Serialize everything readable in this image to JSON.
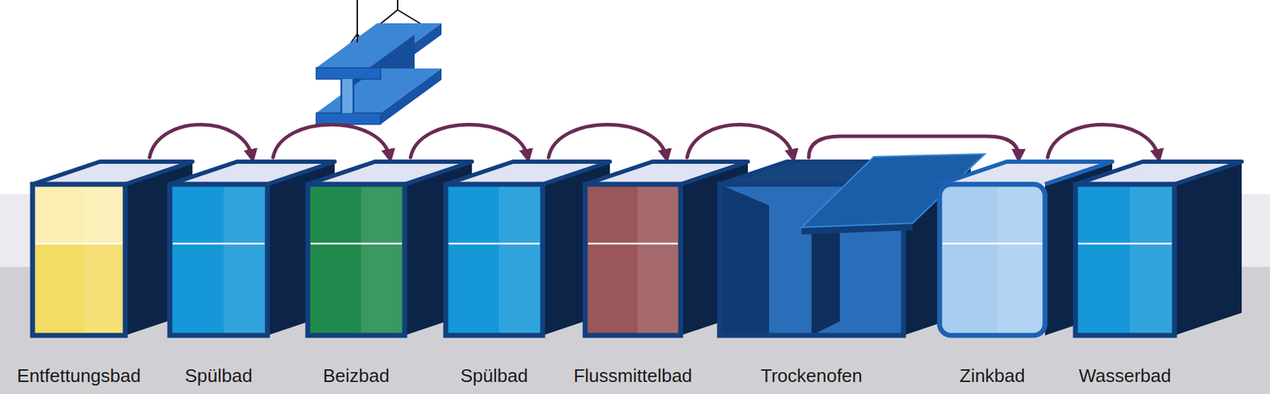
{
  "diagram": {
    "nodes": [
      {
        "text": [
          "Entfettungsbad"
        ]
      },
      {
        "text": [
          "Spülbad"
        ]
      },
      {
        "text": [
          "Beizbad"
        ]
      },
      {
        "text": [
          "Spülbad"
        ]
      },
      {
        "text": [
          "Flussmittelbad"
        ]
      },
      {
        "text": [
          "Trockenofen"
        ]
      },
      {
        "text": [
          "Zinkbad"
        ]
      },
      {
        "text": [
          "Wasserbad"
        ]
      }
    ],
    "edges": [
      {
        "from": 0,
        "to": 1,
        "arrow": "to"
      },
      {
        "from": 1,
        "to": 2,
        "arrow": "to"
      },
      {
        "from": 2,
        "to": 3,
        "arrow": "to"
      },
      {
        "from": 3,
        "to": 4,
        "arrow": "to"
      },
      {
        "from": 4,
        "to": 5,
        "arrow": "to"
      },
      {
        "from": 5,
        "to": 6,
        "arrow": "to"
      },
      {
        "from": 6,
        "to": 7,
        "arrow": "to"
      }
    ]
  }
}
